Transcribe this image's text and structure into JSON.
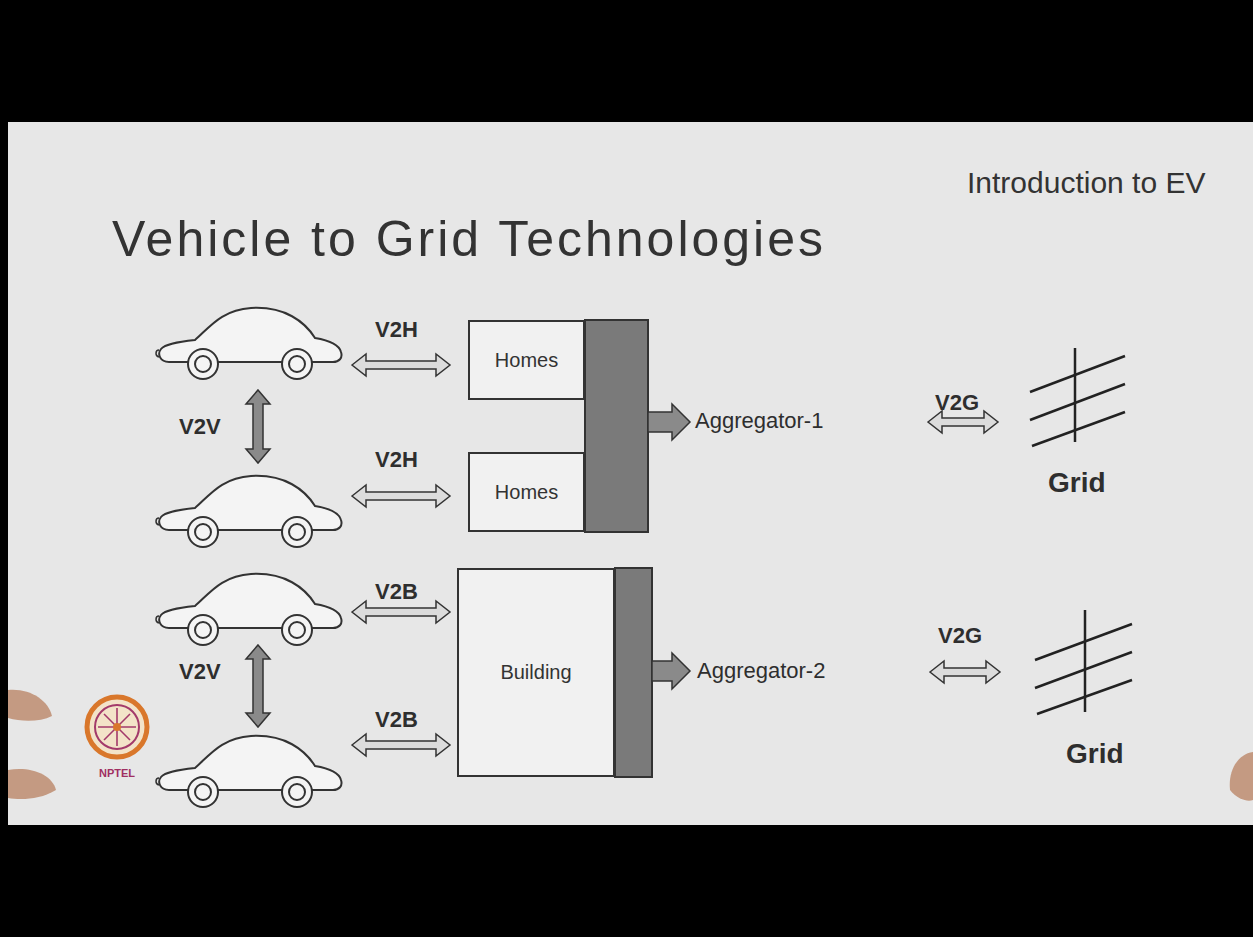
{
  "diagram": {
    "title": "Vehicle to Grid Technologies",
    "nodes": [
      {
        "text": [
          "Homes"
        ]
      },
      {
        "text": [
          "Homes"
        ]
      },
      {
        "text": [
          "Building"
        ]
      }
    ],
    "labels": [
      "Introduction to EV",
      "V2H",
      "V2V",
      "V2H",
      "V2B",
      "V2V",
      "V2B",
      "Aggregator-1",
      "V2G",
      "Grid",
      "Aggregator-2",
      "V2G",
      "Grid",
      "NPTEL"
    ]
  }
}
